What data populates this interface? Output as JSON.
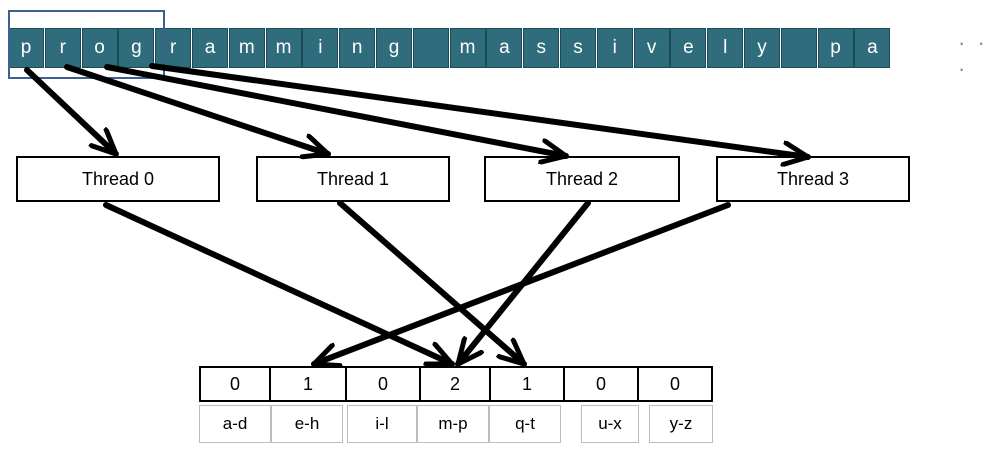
{
  "input": {
    "chars": [
      "p",
      "r",
      "o",
      "g",
      "r",
      "a",
      "m",
      "m",
      "i",
      "n",
      "g",
      "",
      "m",
      "a",
      "s",
      "s",
      "i",
      "v",
      "e",
      "l",
      "y",
      "",
      "p",
      "a"
    ],
    "ellipsis": "· · ·"
  },
  "threads": [
    "Thread 0",
    "Thread 1",
    "Thread 2",
    "Thread 3"
  ],
  "histogram": {
    "counts": [
      "0",
      "1",
      "0",
      "2",
      "1",
      "0",
      "0"
    ],
    "ranges": [
      "a-d",
      "e-h",
      "i-l",
      "m-p",
      "q-t",
      "u-x",
      "y-z"
    ]
  },
  "colors": {
    "cell_fill": "#2f6c7c",
    "cell_text": "#ffffff",
    "selection_border": "#3f5f8f",
    "arrow": "#000000"
  }
}
